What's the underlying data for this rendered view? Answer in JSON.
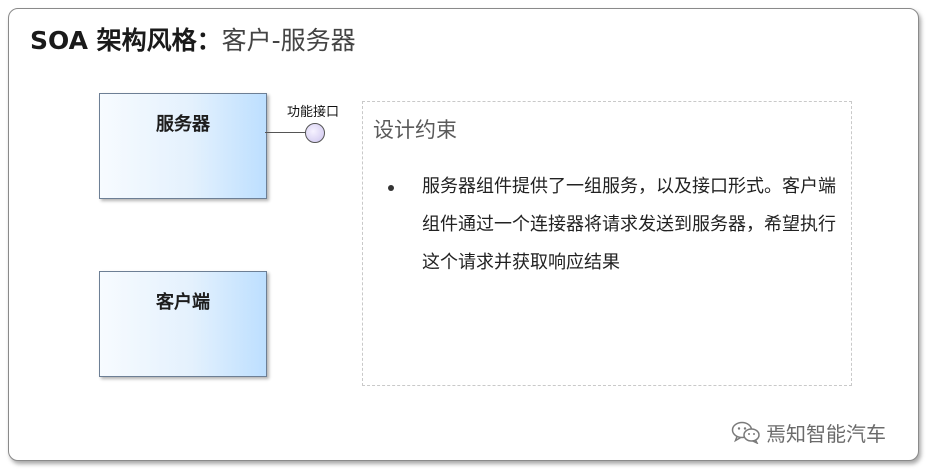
{
  "title": {
    "bold": "SOA 架构风格：",
    "rest": "客户-服务器"
  },
  "components": {
    "server": "服务器",
    "client": "客户端"
  },
  "interface": {
    "label": "功能接口"
  },
  "note": {
    "heading": "设计约束",
    "bullets": [
      "服务器组件提供了一组服务，以及接口形式。客户端组件通过一个连接器将请求发送到服务器，希望执行这个请求并获取响应结果"
    ]
  },
  "watermark": {
    "icon": "wechat-icon",
    "text": "焉知智能汽车"
  }
}
